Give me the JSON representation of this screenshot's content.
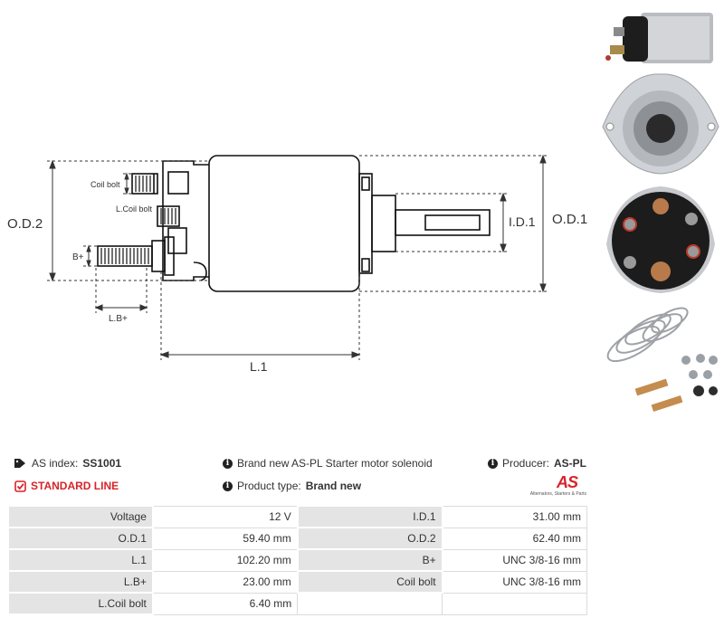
{
  "diagram": {
    "labels": {
      "od2": "O.D.2",
      "od1": "O.D.1",
      "id1": "I.D.1",
      "l1": "L.1",
      "lb": "L.B+",
      "bplus": "B+",
      "coil_bolt": "Coil bolt",
      "l_coil_bolt": "L.Coil bolt"
    }
  },
  "photos": [
    {
      "icon": "solenoid-side-photo"
    },
    {
      "icon": "solenoid-front-photo"
    },
    {
      "icon": "solenoid-terminal-cap-photo"
    },
    {
      "icon": "springs-and-bolts-photo"
    }
  ],
  "info": {
    "as_index_label": "AS index:",
    "as_index_value": "SS1001",
    "description": "Brand new AS-PL Starter motor solenoid",
    "producer_label": "Producer:",
    "producer_value": "AS-PL",
    "line": "STANDARD LINE",
    "product_type_label": "Product type:",
    "product_type_value": "Brand new",
    "logo_text": "AS",
    "logo_sub": "Alternators, Starters & Parts"
  },
  "colors": {
    "accent": "#d8232a",
    "label_bg": "#e4e4e4"
  },
  "specs": [
    [
      "Voltage",
      "12 V",
      "I.D.1",
      "31.00 mm"
    ],
    [
      "O.D.1",
      "59.40 mm",
      "O.D.2",
      "62.40 mm"
    ],
    [
      "L.1",
      "102.20 mm",
      "B+",
      "UNC 3/8-16 mm"
    ],
    [
      "L.B+",
      "23.00 mm",
      "Coil bolt",
      "UNC 3/8-16 mm"
    ],
    [
      "L.Coil bolt",
      "6.40 mm",
      "",
      ""
    ]
  ]
}
